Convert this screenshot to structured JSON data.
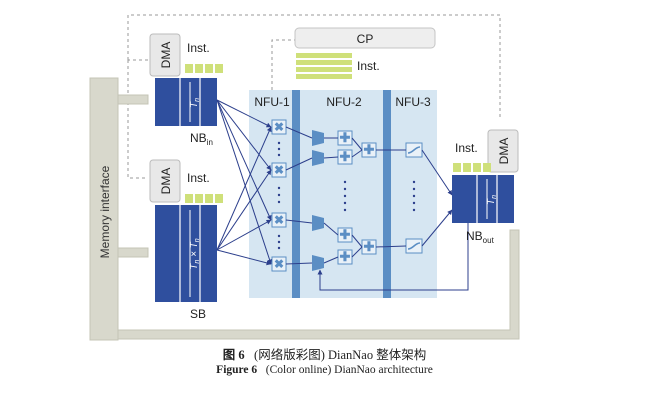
{
  "labels": {
    "cp": "CP",
    "inst_cp": "Inst.",
    "inst_nbin": "Inst.",
    "inst_sb": "Inst.",
    "inst_nbout": "Inst.",
    "dma_nbin": "DMA",
    "dma_sb": "DMA",
    "dma_nbout": "DMA",
    "nbin": "NB",
    "nbin_sub": "in",
    "nbout": "NB",
    "nbout_sub": "out",
    "sb": "SB",
    "nfu1": "NFU-1",
    "nfu2": "NFU-2",
    "nfu3": "NFU-3",
    "memory": "Memory interface",
    "tn": "T",
    "tn_sub": "n",
    "tnxtn_a": "T",
    "tnxtn_sub_a": "n",
    "tnxtn_x": " × ",
    "tnxtn_b": "T",
    "tnxtn_sub_b": "n"
  },
  "caption": {
    "cn_fig": "图 6",
    "cn_text": "(网络版彩图) DianNao 整体架构",
    "en_fig": "Figure 6",
    "en_text": "(Color online) DianNao architecture"
  },
  "colors": {
    "buffer": "#2f4f9e",
    "inst": "#cfe07a",
    "nfu_bg": "#d6e6f2",
    "nfu_bar": "#5b8ec4",
    "unit": "#5b8ec4",
    "wire": "#2c3f8c",
    "memory": "#d8d8cc"
  }
}
